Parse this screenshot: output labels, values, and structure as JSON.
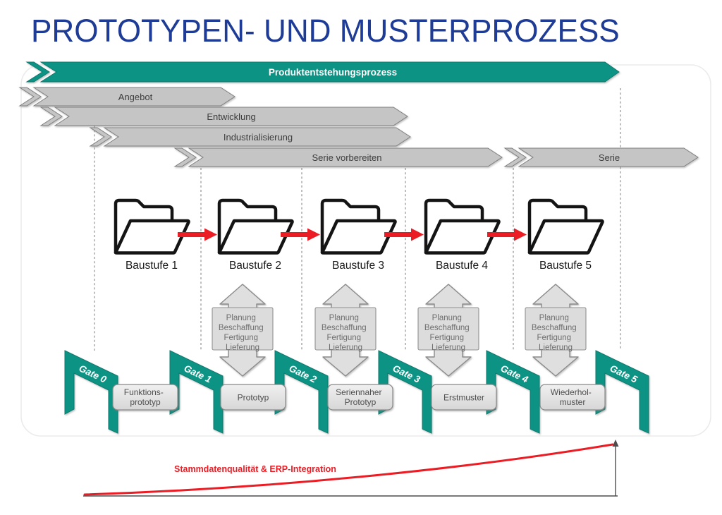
{
  "title": "PROTOTYPEN- UND MUSTERPROZESS",
  "timeline": {
    "main_banner": "Produktentstehungsprozess",
    "phases": [
      "Angebot",
      "Entwicklung",
      "Industrialisierung",
      "Serie vorbereiten",
      "Serie"
    ]
  },
  "build_stages": [
    "Baustufe 1",
    "Baustufe 2",
    "Baustufe 3",
    "Baustufe 4",
    "Baustufe 5"
  ],
  "cycle_steps": [
    "Planung",
    "Beschaffung",
    "Fertigung",
    "Lieferung"
  ],
  "gates": [
    "Gate 0",
    "Gate 1",
    "Gate 2",
    "Gate 3",
    "Gate 4",
    "Gate 5"
  ],
  "milestones": [
    [
      "Funktions-",
      "prototyp"
    ],
    [
      "Prototyp"
    ],
    [
      "Seriennaher",
      "Prototyp"
    ],
    [
      "Erstmuster"
    ],
    [
      "Wiederhol-",
      "muster"
    ]
  ],
  "footer_curve_label": "Stammdatenqualität & ERP-Integration",
  "colors": {
    "teal": "#0F9384",
    "red": "#EC1C24",
    "title_blue": "#1E3C96",
    "gray_band": "#C5C5C5"
  }
}
